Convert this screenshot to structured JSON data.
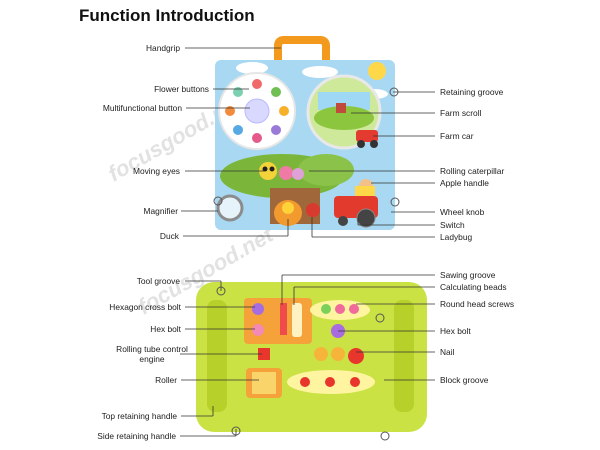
{
  "title": "Function Introduction",
  "watermark": "focusgood.net",
  "top_labels_left": [
    "Handgrip",
    "Flower buttons",
    "Multifunctional button",
    "Moving eyes",
    "Magnifier",
    "Duck"
  ],
  "top_labels_right": [
    "Retaining groove",
    "Farm scroll",
    "Farm car",
    "Rolling caterpillar",
    "Apple handle",
    "Wheel knob",
    "Switch",
    "Ladybug"
  ],
  "bottom_labels_left": [
    "Tool groove",
    "Hexagon cross bolt",
    "Hex bolt",
    "Rolling tube control engine",
    "Roller",
    "Top retaining handle",
    "Side retaining handle"
  ],
  "bottom_labels_right": [
    "Sawing groove",
    "Calculating beads",
    "Round head screws",
    "Hex bolt",
    "Nail",
    "Block groove"
  ],
  "colors": {
    "toy_top_bg": "#a9d9f2",
    "toy_green": "#c7df3a",
    "handle_orange": "#f39a1e",
    "tree_green": "#7bb63a"
  }
}
